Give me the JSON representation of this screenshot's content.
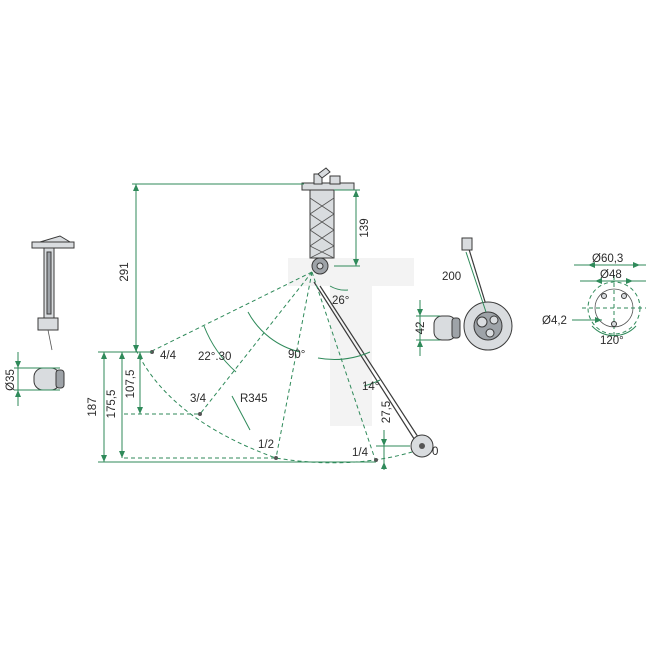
{
  "colors": {
    "dimension": "#2f8a5a",
    "part_outline": "#3a3a3a",
    "part_fill": "#d9dcdf",
    "watermark": "#e8e8e8"
  },
  "labels": {
    "d291": "291",
    "d139": "139",
    "d187": "187",
    "d175_5": "175,5",
    "d107_5": "107,5",
    "d27_5": "27,5",
    "pos_4_4": "4/4",
    "pos_3_4": "3/4",
    "pos_1_2": "1/2",
    "pos_1_4": "1/4",
    "pos_0": "0",
    "angle_22_30": "22°.30",
    "radius_345": "R345",
    "angle_90": "90°",
    "angle_26": "26°",
    "angle_14": "14°",
    "dia_35": "Ø35",
    "d200": "200",
    "d42": "42",
    "dia_60_3": "Ø60,3",
    "dia_48": "Ø48",
    "dia_4_2": "Ø4,2",
    "angle_120": "120°"
  },
  "icons": {
    "watermark": "t-logo-watermark"
  }
}
